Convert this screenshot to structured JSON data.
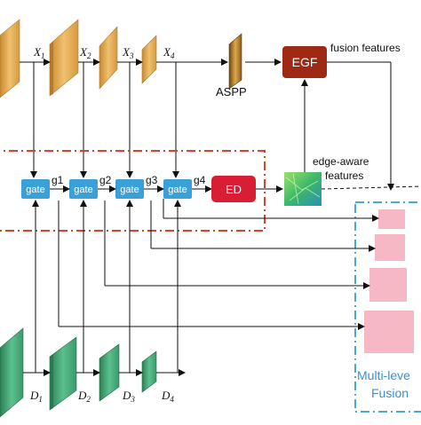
{
  "encoder_labels": [
    {
      "base": "X",
      "sub": "1"
    },
    {
      "base": "X",
      "sub": "2"
    },
    {
      "base": "X",
      "sub": "3"
    },
    {
      "base": "X",
      "sub": "4"
    }
  ],
  "decoder_labels": [
    {
      "base": "D",
      "sub": "1"
    },
    {
      "base": "D",
      "sub": "2"
    },
    {
      "base": "D",
      "sub": "3"
    },
    {
      "base": "D",
      "sub": "4"
    }
  ],
  "gate_label": "gate",
  "gate_outputs": [
    "g1",
    "g2",
    "g3",
    "g4"
  ],
  "aspp_label": "ASPP",
  "egf_label": "EGF",
  "ed_label": "ED",
  "fusion_features_label": "fusion features",
  "edge_aware_line1": "edge-aware",
  "edge_aware_line2": "features",
  "multilevel_line1": "Multi-leve",
  "multilevel_line2": "Fusion",
  "colors": {
    "encoder": "#d9a24a",
    "decoder": "#3a9a6a",
    "gate": "#3aa0d8",
    "egf": "#9e2a16",
    "ed": "#d71e34",
    "fusion_block": "#f5b8c4",
    "red_dash": "#d8432a",
    "blue_dash": "#4aa8d8"
  }
}
